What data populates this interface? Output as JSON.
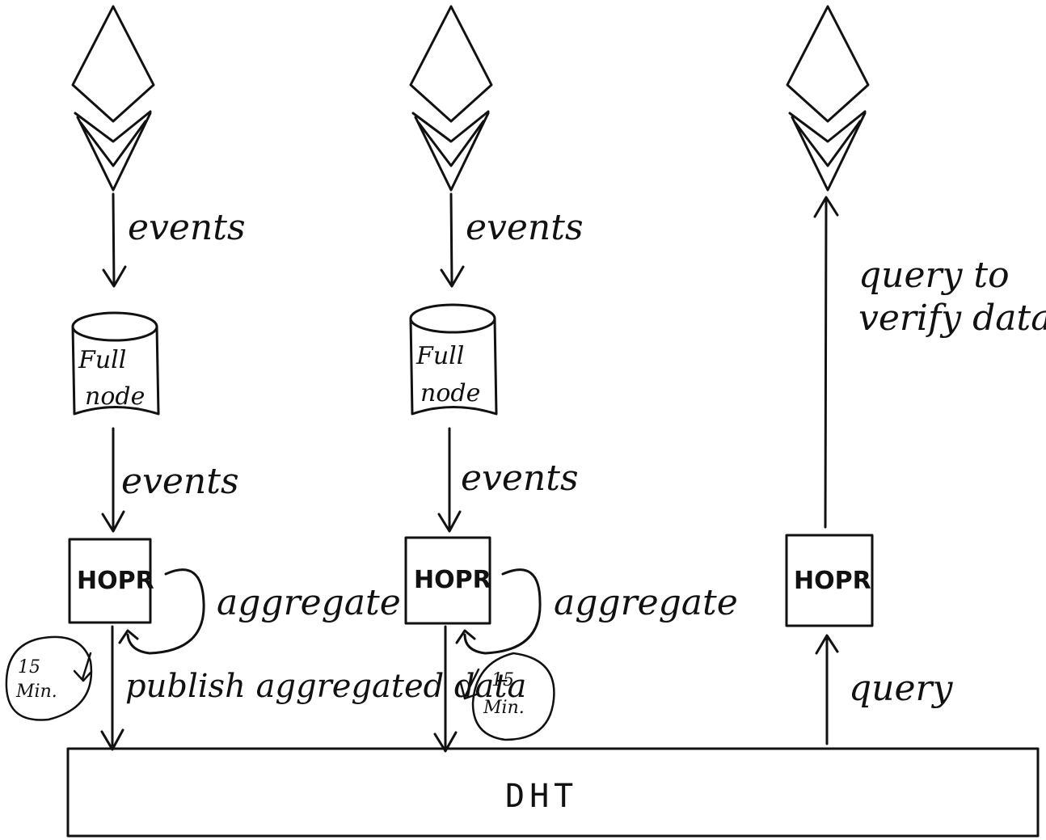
{
  "columns": [
    {
      "top_label": "events",
      "node_line1": "Full",
      "node_line2": "node",
      "mid_label": "events",
      "hopr": "HOPR",
      "loop_label": "aggregate",
      "timer_line1": "15",
      "timer_line2": "Min.",
      "down_label": "publish aggregated data"
    },
    {
      "top_label": "events",
      "node_line1": "Full",
      "node_line2": "node",
      "mid_label": "events",
      "hopr": "HOPR",
      "loop_label": "aggregate",
      "timer_line1": "15",
      "timer_line2": "Min."
    },
    {
      "hopr": "HOPR",
      "up_label_line1": "query to",
      "up_label_line2": "verify data",
      "query_label": "query"
    }
  ],
  "dht": {
    "label": "DHT"
  },
  "colors": {
    "ink": "#111111",
    "paper": "#ffffff"
  }
}
